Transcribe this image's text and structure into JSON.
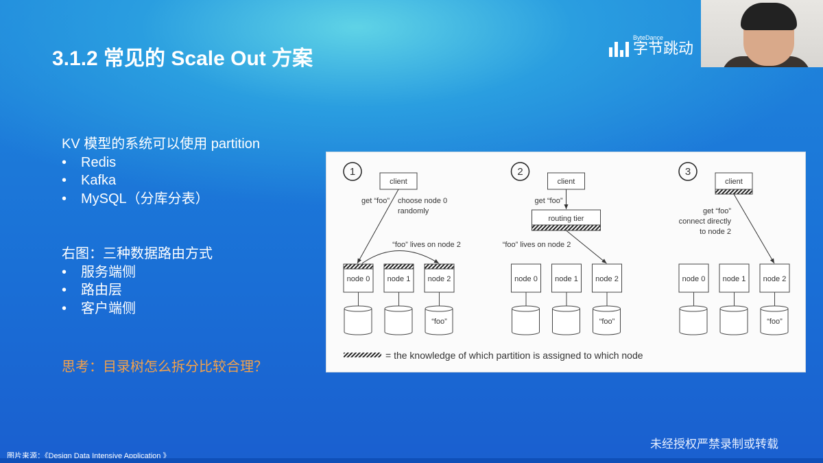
{
  "slide": {
    "title": "3.1.2 常见的 Scale Out 方案",
    "logo": {
      "en": "ByteDance",
      "cn": "字节跳动"
    },
    "intro": "KV 模型的系统可以使用 partition",
    "systems": [
      "Redis",
      "Kafka",
      "MySQL（分库分表）"
    ],
    "routing_heading": "右图：三种数据路由方式",
    "routing_methods": [
      "服务端侧",
      "路由层",
      "客户端侧"
    ],
    "question": "思考：目录树怎么拆分比较合理？",
    "source": "图片来源：《Design Data Intensive Application 》",
    "watermark": "未经授权严禁录制或转载"
  },
  "diagram": {
    "panels": [
      {
        "number": "1",
        "client": "client",
        "req": "get “foo”",
        "note1": "choose node 0",
        "note2": "randomly",
        "forward": "“foo” lives on node 2"
      },
      {
        "number": "2",
        "client": "client",
        "req": "get “foo”",
        "router": "routing tier",
        "forward": "“foo” lives on node 2"
      },
      {
        "number": "3",
        "client": "client",
        "req": "get “foo”",
        "note1": "connect directly",
        "note2": "to node 2"
      }
    ],
    "nodes": [
      "node 0",
      "node 1",
      "node 2"
    ],
    "key": "“foo”",
    "legend": "= the knowledge of which partition is assigned to which node"
  }
}
